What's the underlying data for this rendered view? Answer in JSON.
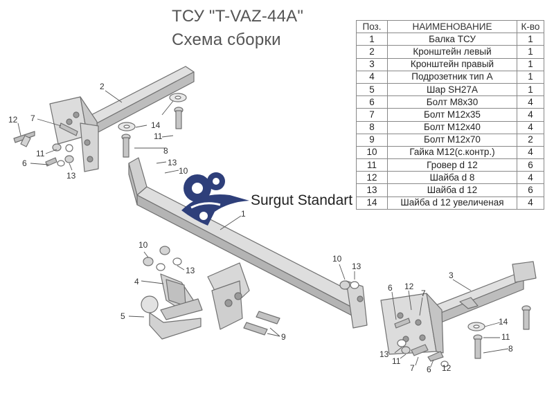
{
  "title": "ТСУ \"T-VAZ-44A\"",
  "subtitle": "Схема сборки",
  "table": {
    "headers": [
      "Поз.",
      "НАИМЕНОВАНИЕ",
      "К-во"
    ],
    "rows": [
      [
        "1",
        "Балка ТСУ",
        "1"
      ],
      [
        "2",
        "Кронштейн левый",
        "1"
      ],
      [
        "3",
        "Кронштейн правый",
        "1"
      ],
      [
        "4",
        "Подрозетник тип А",
        "1"
      ],
      [
        "5",
        "Шар SH27A",
        "1"
      ],
      [
        "6",
        "Болт М8х30",
        "4"
      ],
      [
        "7",
        "Болт М12х35",
        "4"
      ],
      [
        "8",
        "Болт М12х40",
        "4"
      ],
      [
        "9",
        "Болт М12х70",
        "2"
      ],
      [
        "10",
        "Гайка М12(с.контр.)",
        "4"
      ],
      [
        "11",
        "Гровер d 12",
        "6"
      ],
      [
        "12",
        "Шайба d 8",
        "4"
      ],
      [
        "13",
        "Шайба d 12",
        "6"
      ],
      [
        "14",
        "Шайба d 12 увеличеная",
        "4"
      ]
    ]
  },
  "watermark": {
    "text": "Surgut Standart",
    "color": "#2e3f7a"
  },
  "callouts": {
    "c1": "1",
    "c2": "2",
    "c3": "3",
    "c4": "4",
    "c5": "5",
    "c6a": "6",
    "c6b": "6",
    "c6c": "6",
    "c7a": "7",
    "c7b": "7",
    "c7c": "7",
    "c8a": "8",
    "c8b": "8",
    "c9": "9",
    "c10a": "10",
    "c10b": "10",
    "c10c": "10",
    "c11a": "11",
    "c11b": "11",
    "c11c": "11",
    "c11d": "11",
    "c12a": "12",
    "c12b": "12",
    "c12c": "12",
    "c13a": "13",
    "c13b": "13",
    "c13c": "13",
    "c13d": "13",
    "c13e": "13",
    "c14a": "14",
    "c14b": "14"
  },
  "colors": {
    "metal": "#d4d4d4",
    "metal_dark": "#a9a9a9",
    "outline": "#707070",
    "leader": "#555555"
  }
}
